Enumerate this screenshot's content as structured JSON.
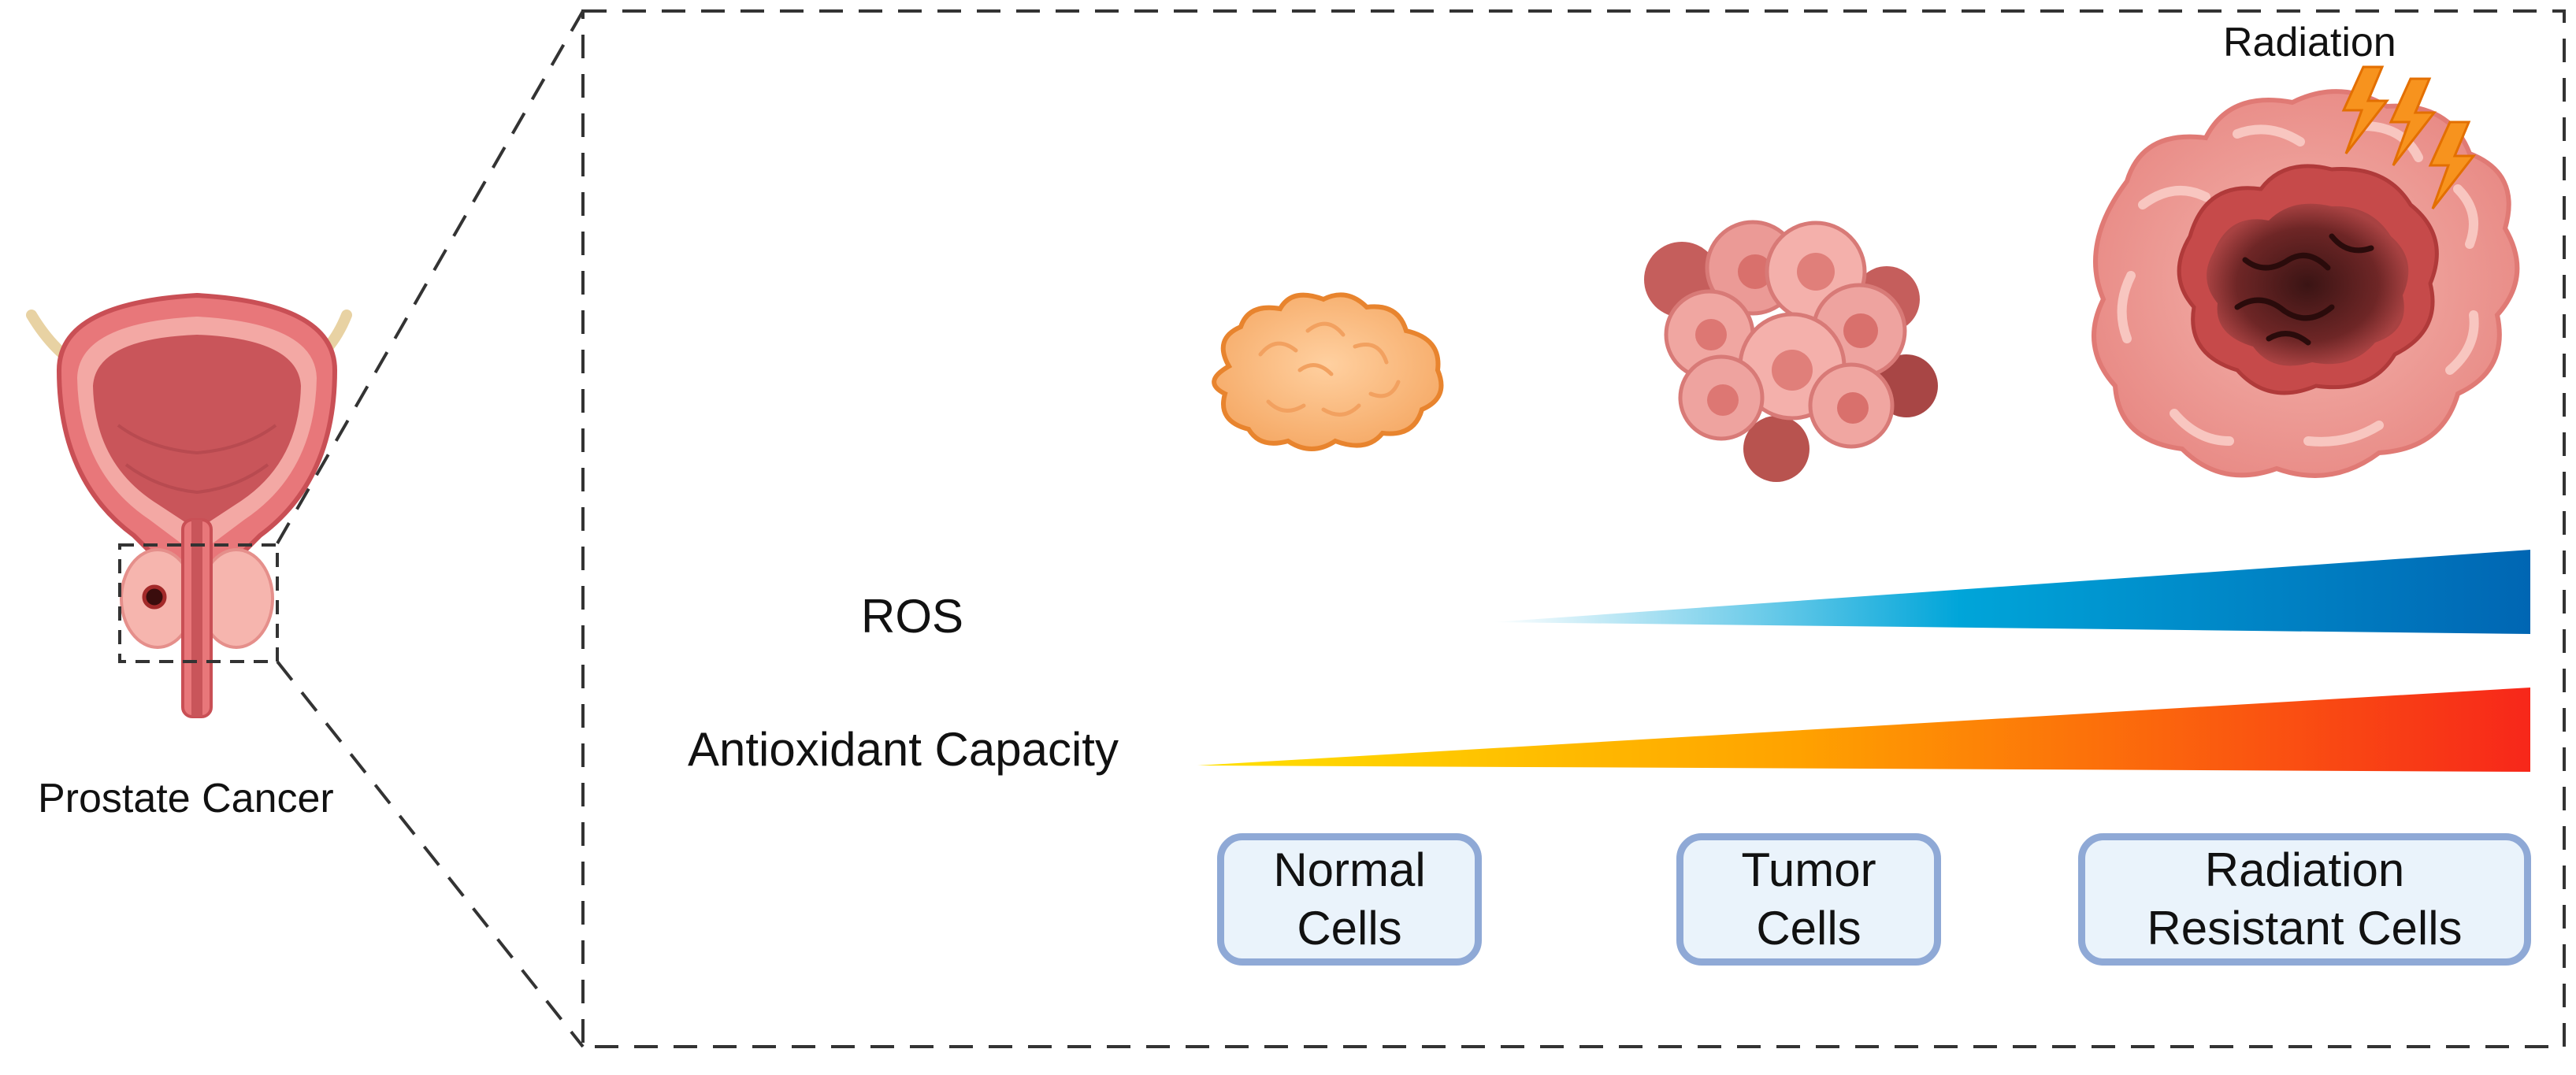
{
  "organ": {
    "label": "Prostate Cancer",
    "icon": "prostate-bladder-icon"
  },
  "radiation": {
    "label": "Radiation",
    "icon": "lightning-bolt-icon",
    "color": "#f7931e"
  },
  "gradients": [
    {
      "label": "ROS",
      "colors": [
        "#ffffff",
        "#00a5d9",
        "#0066b3"
      ]
    },
    {
      "label": "Antioxidant Capacity",
      "colors": [
        "#ffe100",
        "#ffa200",
        "#f7271a"
      ]
    }
  ],
  "stages": [
    {
      "line1": "Normal",
      "line2": "Cells",
      "icon": "normal-cell-cluster-icon"
    },
    {
      "line1": "Tumor",
      "line2": "Cells",
      "icon": "tumor-cell-cluster-icon"
    },
    {
      "line1": "Radiation",
      "line2": "Resistant Cells",
      "icon": "radiation-resistant-tumor-icon"
    }
  ],
  "colors": {
    "box_border": "#8fa9d6",
    "box_fill": "#eaf3fb",
    "dashed_line": "#333333"
  }
}
